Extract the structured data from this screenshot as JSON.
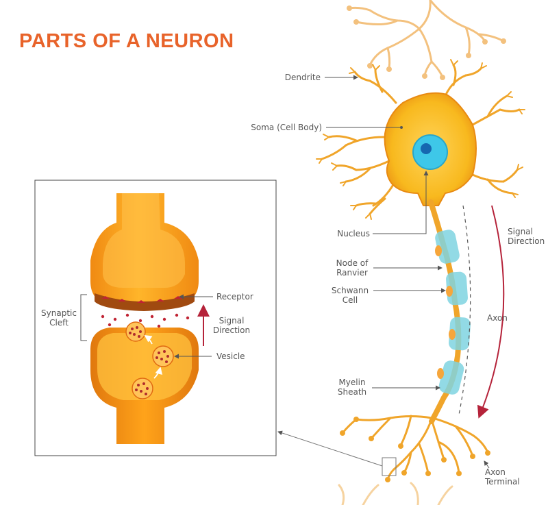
{
  "title": "PARTS OF A NEURON",
  "colors": {
    "title": "#e8632a",
    "neuron_fill": "#f8b91e",
    "neuron_dark": "#e88a12",
    "neuron_light": "#ffd45a",
    "nucleus": "#3ec7e8",
    "nucleus_core": "#1667b0",
    "myelin": "#7fd3e0",
    "signal_arrow": "#b5233a",
    "pointer": "#555555",
    "terminal_orange": "#f28c18",
    "vesicle_dot": "#b02b2b"
  },
  "labels": {
    "dendrite": "Dendrite",
    "soma": "Soma (Cell Body)",
    "nucleus": "Nucleus",
    "node_line1": "Node of",
    "node_line2": "Ranvier",
    "schwann_line1": "Schwann",
    "schwann_line2": "Cell",
    "myelin_line1": "Myelin",
    "myelin_line2": "Sheath",
    "axon": "Axon",
    "axon_terminal_line1": "Axon",
    "axon_terminal_line2": "Terminal",
    "signal_dir_line1": "Signal",
    "signal_dir_line2": "Direction"
  },
  "inset": {
    "synaptic_cleft_line1": "Synaptic",
    "synaptic_cleft_line2": "Cleft",
    "receptor": "Receptor",
    "signal_line1": "Signal",
    "signal_line2": "Direction",
    "vesicle": "Vesicle"
  }
}
